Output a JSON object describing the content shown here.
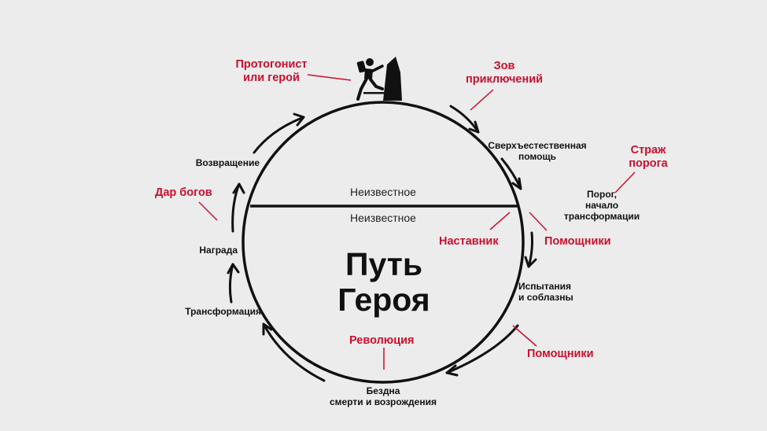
{
  "title": "Путь\nГероя",
  "zones": {
    "upper": "Неизвестное",
    "lower": "Неизвестное"
  },
  "stages": {
    "protagonist": "Протогонист\nили герой",
    "call": "Зов\nприключений",
    "supernatural_aid": "Сверхъестественная\nпомощь",
    "threshold_guardian": "Страж\nпорога",
    "threshold": "Порог,\nначало трансформации",
    "mentor": "Наставник",
    "helpers_1": "Помощники",
    "trials": "Испытания\nи соблазны",
    "helpers_2": "Помощники",
    "revolution": "Революция",
    "abyss": "Бездна\nсмерти и возрождения",
    "transformation": "Трансформация",
    "reward": "Награда",
    "gift": "Дар богов",
    "return": "Возвращение"
  },
  "icons": {
    "hero": "hiker-climbing-icon"
  },
  "colors": {
    "accent": "#c8102e",
    "ink": "#111111",
    "background": "#ececec"
  }
}
